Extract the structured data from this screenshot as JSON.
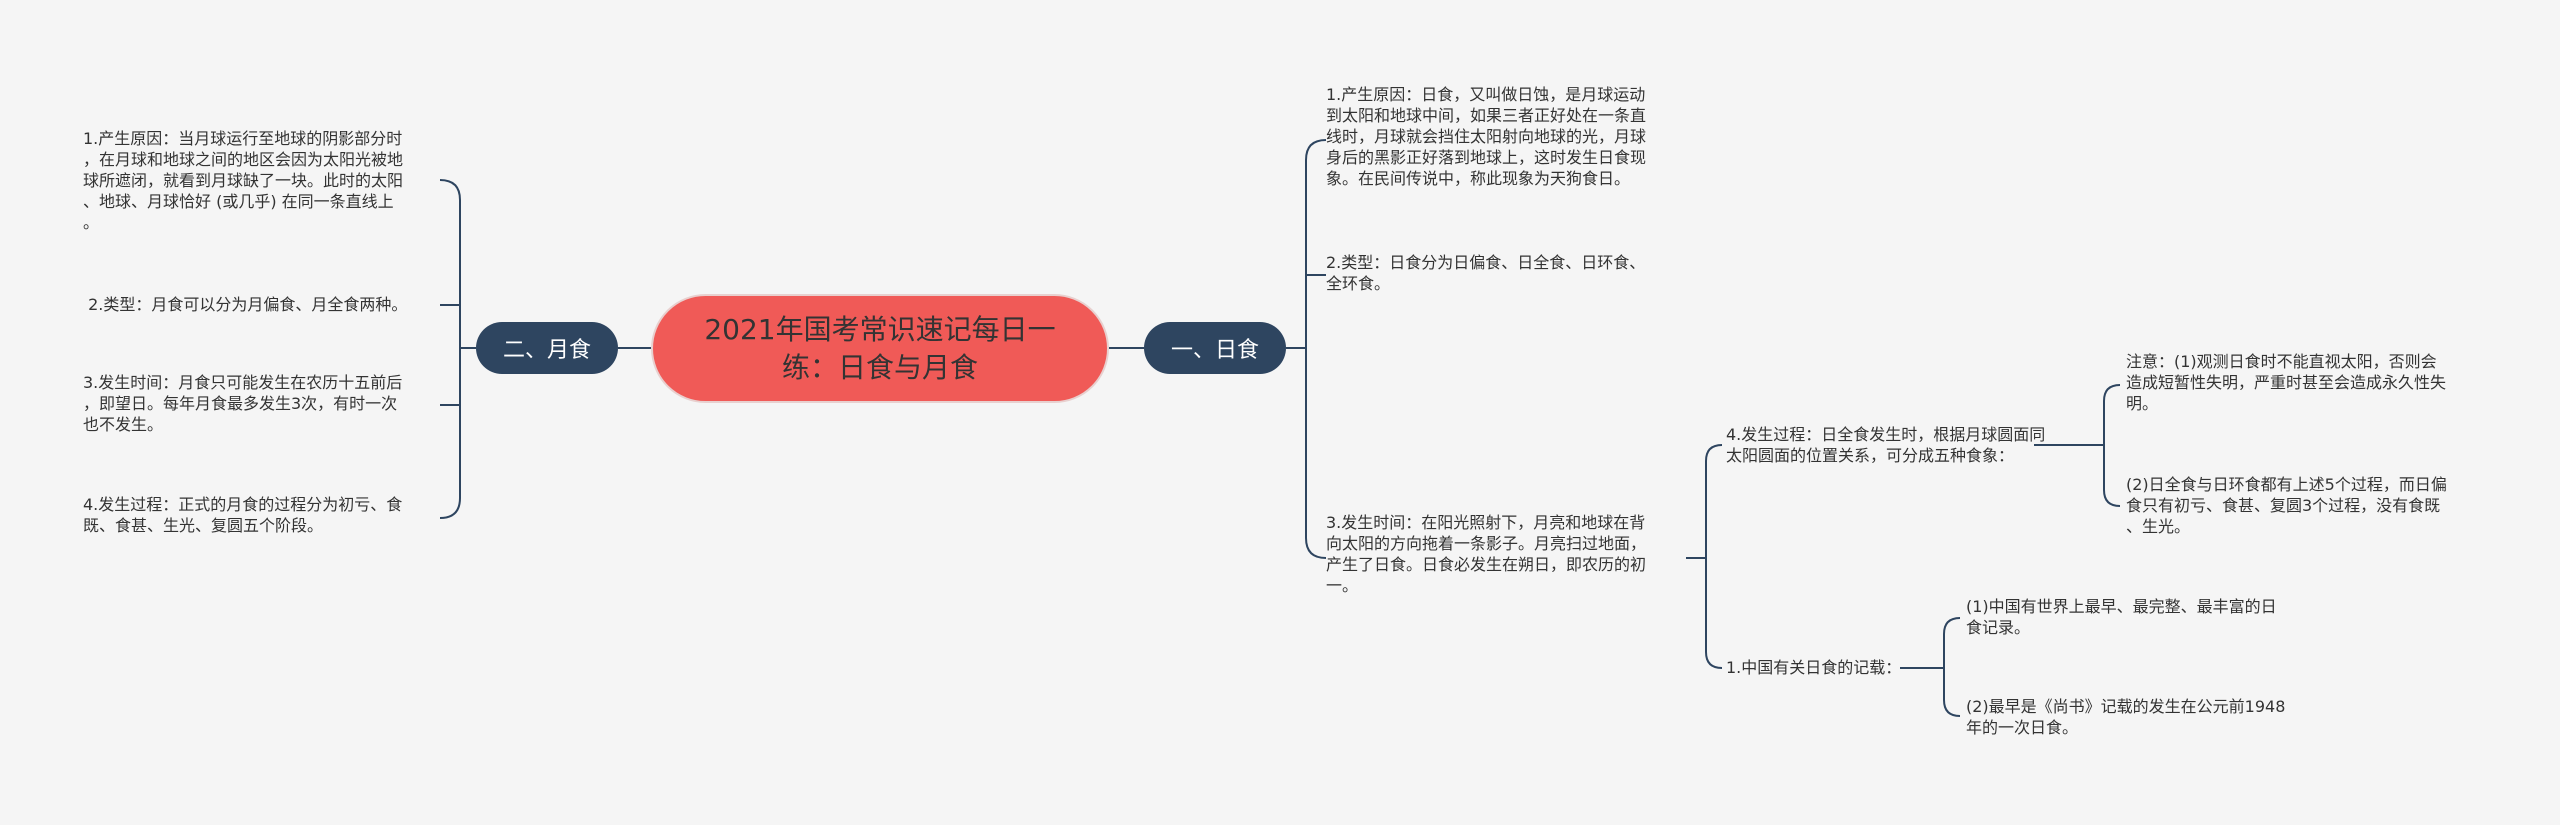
{
  "central": "2021年国考常识速记每日一练：日食与月食",
  "left_branch": {
    "label": "二、月食",
    "items": [
      "1.产生原因：当月球运行至地球的阴影部分时\n，在月球和地球之间的地区会因为太阳光被地\n球所遮闭，就看到月球缺了一块。此时的太阳\n、地球、月球恰好 (或几乎) 在同一条直线上\n。",
      " 2.类型：月食可以分为月偏食、月全食两种。",
      "3.发生时间：月食只可能发生在农历十五前后\n，即望日。每年月食最多发生3次，有时一次\n也不发生。",
      "4.发生过程：正式的月食的过程分为初亏、食\n既、食甚、生光、复圆五个阶段。"
    ]
  },
  "right_branch": {
    "label": "一、日食",
    "items": [
      "1.产生原因：日食，又叫做日蚀，是月球运动\n到太阳和地球中间，如果三者正好处在一条直\n线时，月球就会挡住太阳射向地球的光，月球\n身后的黑影正好落到地球上，这时发生日食现\n象。在民间传说中，称此现象为天狗食日。",
      "2.类型：日食分为日偏食、日全食、日环食、\n全环食。",
      "3.发生时间：在阳光照射下，月亮和地球在背\n向太阳的方向拖着一条影子。月亮扫过地面，\n产生了日食。日食必发生在朔日，即农历的初\n一。"
    ],
    "sub_items": [
      {
        "label": "4.发生过程：日全食发生时，根据月球圆面同\n太阳圆面的位置关系，可分成五种食象：",
        "children": [
          "注意：(1)观测日食时不能直视太阳，否则会\n造成短暂性失明，严重时甚至会造成永久性失\n明。",
          "(2)日全食与日环食都有上述5个过程，而日偏\n食只有初亏、食甚、复圆3个过程，没有食既\n、生光。"
        ]
      },
      {
        "label": "1.中国有关日食的记载：",
        "children": [
          "(1)中国有世界上最早、最完整、最丰富的日\n食记录。",
          "(2)最早是《尚书》记载的发生在公元前1948\n年的一次日食。"
        ]
      }
    ]
  }
}
